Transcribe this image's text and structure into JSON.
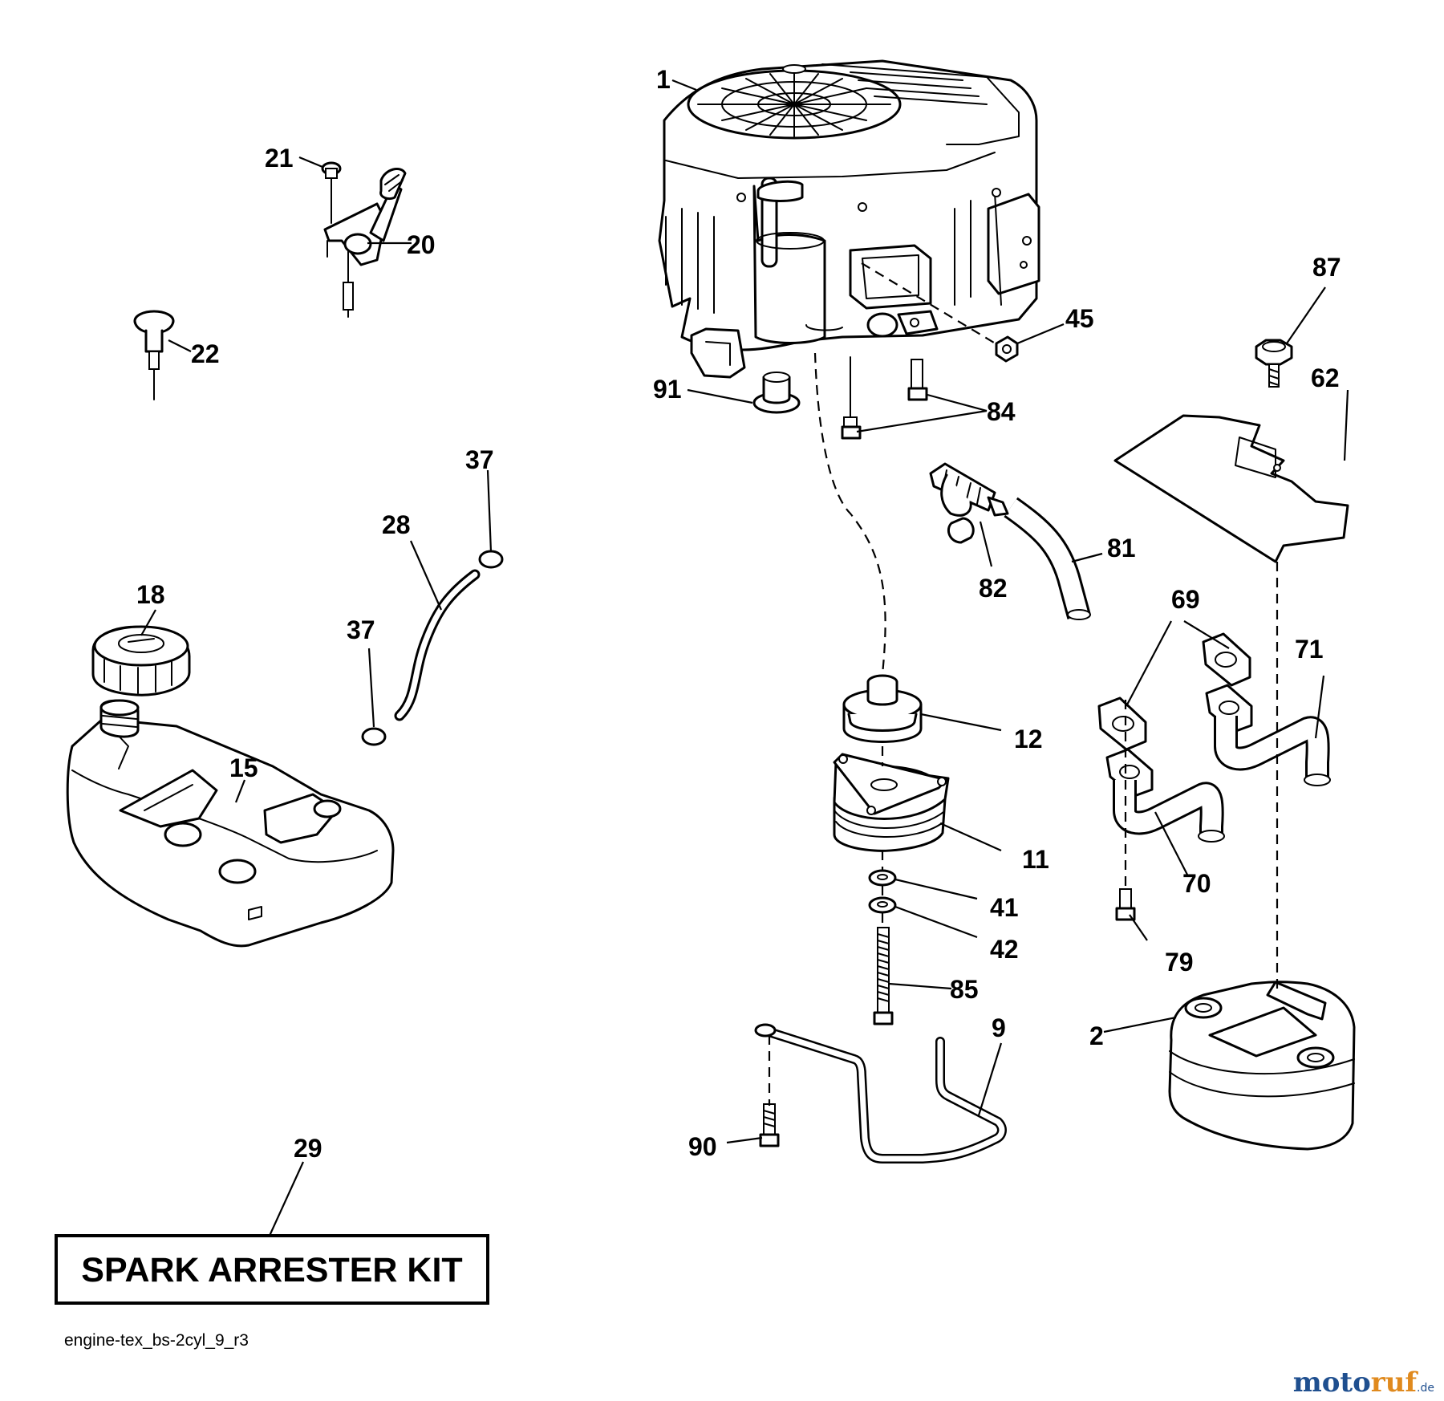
{
  "callouts": {
    "c1": "1",
    "c2": "2",
    "c9": "9",
    "c11": "11",
    "c12": "12",
    "c15": "15",
    "c18": "18",
    "c20": "20",
    "c21": "21",
    "c22": "22",
    "c28": "28",
    "c29": "29",
    "c37a": "37",
    "c37b": "37",
    "c41": "41",
    "c42": "42",
    "c45": "45",
    "c62": "62",
    "c69": "69",
    "c70": "70",
    "c71": "71",
    "c79": "79",
    "c81": "81",
    "c82": "82",
    "c84": "84",
    "c85": "85",
    "c87": "87",
    "c90": "90",
    "c91": "91"
  },
  "kit_box": {
    "label": "SPARK ARRESTER KIT"
  },
  "drawing_code": "engine-tex_bs-2cyl_9_r3",
  "watermark": {
    "part_a": "moto",
    "part_b": "ruf",
    "suffix": ".de"
  }
}
